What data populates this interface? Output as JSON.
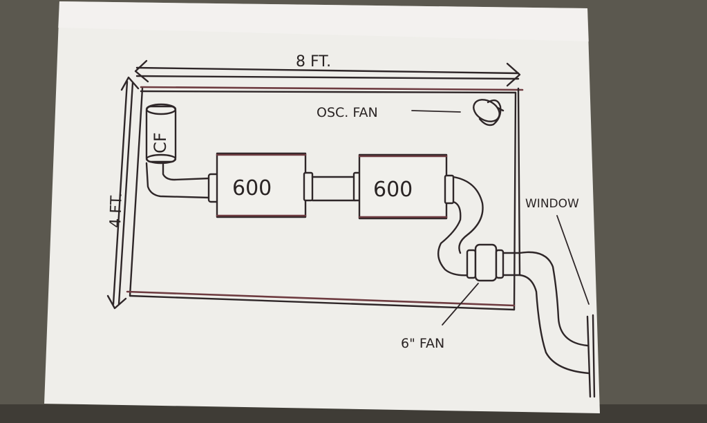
{
  "diagram": {
    "width_label": "8 FT.",
    "height_label": "4 FT.",
    "carbon_filter_label": "CF",
    "filter_1_label": "600",
    "filter_2_label": "600",
    "osc_fan_label": "OSC. FAN",
    "inline_fan_label": "6\" FAN",
    "window_label": "WINDOW"
  }
}
